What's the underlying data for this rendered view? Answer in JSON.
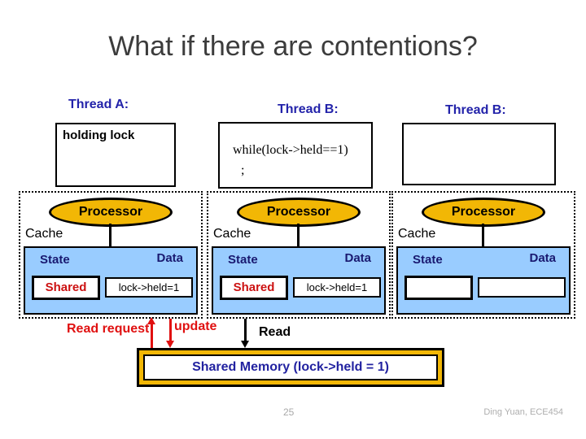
{
  "slide": {
    "title": "What if there are contentions?",
    "page_number": "25",
    "author": "Ding Yuan, ECE454"
  },
  "threads": [
    {
      "label": "Thread A:",
      "code": "holding lock",
      "code2": ""
    },
    {
      "label": "Thread B:",
      "code": "while(lock->held==1)",
      "code2": ";"
    },
    {
      "label": "Thread B:",
      "code": "",
      "code2": ""
    }
  ],
  "caches": [
    {
      "processor": "Processor",
      "cache": "Cache",
      "state_header": "State",
      "data_header": "Data",
      "state": "Shared",
      "data": "lock->held=1"
    },
    {
      "processor": "Processor",
      "cache": "Cache",
      "state_header": "State",
      "data_header": "Data",
      "state": "Shared",
      "data": "lock->held=1"
    },
    {
      "processor": "Processor",
      "cache": "Cache",
      "state_header": "State",
      "data_header": "Data",
      "state": "",
      "data": ""
    }
  ],
  "bus": {
    "read_request_label": "Read request",
    "update_label": "update",
    "read_label": "Read"
  },
  "memory": {
    "label": "Shared Memory (lock->held = 1)"
  },
  "colors": {
    "thread_label_blue": "#2323aa",
    "header_navy": "#191970",
    "memory_text_navy": "#2222a0",
    "red": "#e01010",
    "state_red": "#cc1111",
    "gold": "#f2b705",
    "cache_fill_blue": "#99ccff",
    "title_gray": "#3c3c3c",
    "footer_gray": "#a9a9a9"
  }
}
